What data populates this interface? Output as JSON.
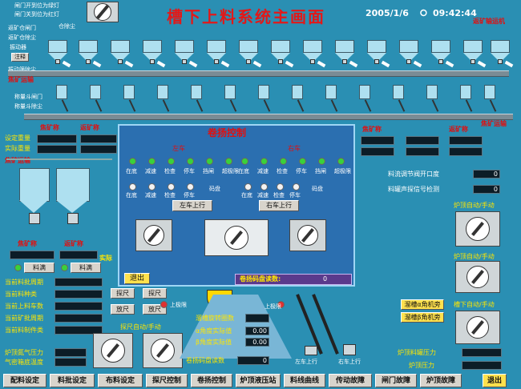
{
  "title": "槽下上料系统主画面",
  "date": "2005/1/6",
  "time": "09:42:44",
  "top_left_labels": {
    "open_limit": "闸门开到位为绿灯",
    "close_limit": "闸门关到位为红灯",
    "ore_gate": "返矿仓闸门",
    "ore_dust": "返矿仓除尘",
    "vibrator": "振动器",
    "note_button": "注释",
    "vib_screen_dust": "振动筛除尘",
    "silo_dust": "仓除尘"
  },
  "top_right_status": "返矿输运机",
  "section_labels": {
    "coke_transport": "焦矿运输",
    "weigh_gate": "称量斗闸门",
    "weigh_dust": "称量斗除尘",
    "ore_transport_right": "焦矿运输",
    "set_weight": "设定重量",
    "actual_weight": "实际重量",
    "left_ore": "焦矿称",
    "right_ore": "返矿称",
    "actual": "实际"
  },
  "left_panel": {
    "status1": "料满",
    "status2": "料满",
    "cur_period": "当前料批周期",
    "cur_type": "当前料种类",
    "cur_up": "当前上料车数",
    "cur_ore_cycle": "当前矿批周期",
    "cur_type2": "当前料制件类",
    "furnace_pressure": "炉顶氮气压力",
    "gas_pressure": "气密箱底温度"
  },
  "right_panel": {
    "flow_gate": "料流调节阀开口度",
    "gate_value": "0",
    "sound_signal": "料罐声探信号检测",
    "sound_value": "0",
    "auto_manual1": "炉顶自动/手动",
    "auto_manual2": "炉顶自动/手动",
    "auto_manual3": "槽下自动/手动",
    "upper_seal1": "溜槽α角机旁",
    "upper_seal2": "溜槽β角机旁",
    "top_pressure": "炉顶料罐压力",
    "top_pressure2": "炉顶压力"
  },
  "center_panel": {
    "ruler1": "探尺",
    "ruler2": "探尺",
    "ruler3": "放尺",
    "ruler4": "放尺",
    "upper_limit": "上极限",
    "upper_limit2": "上极限",
    "rotation": "溜槽旋转圈数",
    "alpha": "α角度实际值",
    "beta": "β角度实际值",
    "hoist_read": "卷扬码盘读数",
    "alpha_val": "0.00",
    "beta_val": "0.00",
    "hoist_val": "0",
    "left_up": "左车上行",
    "right_up": "右车上行",
    "auto_manual": "探尺自动/手动"
  },
  "popup": {
    "title": "卷扬控制",
    "left_car": "左车",
    "right_car": "右车",
    "row1_labels": [
      "在底",
      "减速",
      "检查",
      "停车",
      "挡闸",
      "超极限"
    ],
    "row2_labels": [
      "在底",
      "减速",
      "检查",
      "停车",
      "挡闸",
      "超极限"
    ],
    "row3_left": [
      "在底",
      "减速",
      "检查",
      "停车"
    ],
    "row3_right": [
      "在底",
      "减速",
      "检查",
      "停车"
    ],
    "encoder": "码盘",
    "encoder2": "码盘",
    "left_up_button": "左车上行",
    "right_up_button": "右车上行",
    "exit_button": "退出",
    "readout_label": "卷扬码盘读数:",
    "readout_value": "0"
  },
  "bottom_buttons": [
    "配料设定",
    "料批设定",
    "布料设定",
    "探尺控制",
    "卷扬控制",
    "炉顶液压站",
    "料线曲线",
    "传动故障",
    "闸门故障",
    "炉顶故障"
  ],
  "exit_main": "退出",
  "colors": {
    "bg": "#2a8fb3",
    "title_red": "#e31818",
    "popup_bg": "#2b6fb0"
  }
}
